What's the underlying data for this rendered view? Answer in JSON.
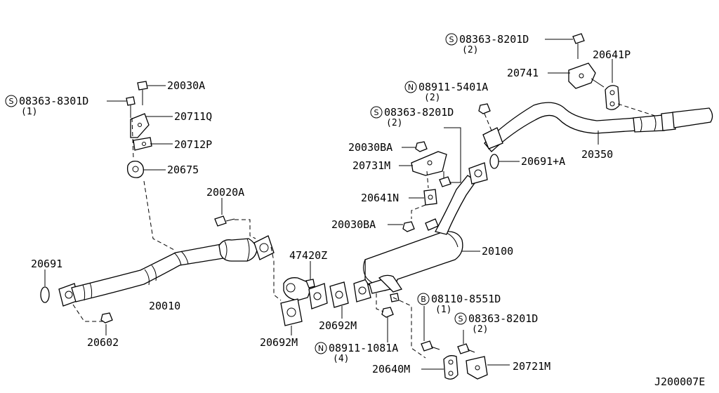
{
  "labels": {
    "p20030A": "20030A",
    "p08363_8301D": "08363-8301D",
    "q08363_8301D": "(1)",
    "p20711Q": "20711Q",
    "p20712P": "20712P",
    "p20675": "20675",
    "p20020A": "20020A",
    "p20691": "20691",
    "p20010": "20010",
    "p20602": "20602",
    "p47420Z": "47420Z",
    "p20692M_a": "20692M",
    "p20692M_b": "20692M",
    "p08911_1081A": "08911-1081A",
    "q08911_1081A": "(4)",
    "p20640M": "20640M",
    "p08110_8551D": "08110-8551D",
    "q08110_8551D": "(1)",
    "p08363_8201D_low": "08363-8201D",
    "q08363_8201D_low": "(2)",
    "p20721M": "20721M",
    "p20100": "20100",
    "p20030BA_a": "20030BA",
    "p20641N": "20641N",
    "p20731M": "20731M",
    "p20030BA_b": "20030BA",
    "p08363_8201D_mid": "08363-8201D",
    "q08363_8201D_mid": "(2)",
    "p08911_5401A": "08911-5401A",
    "q08911_5401A": "(2)",
    "p20691A": "20691+A",
    "p20741": "20741",
    "p08363_8201D_top": "08363-8201D",
    "q08363_8201D_top": "(2)",
    "p20641P": "20641P",
    "p20350": "20350",
    "diagram_code": "J200007E"
  },
  "prefixes": {
    "S": "S",
    "N": "N",
    "B": "B"
  }
}
